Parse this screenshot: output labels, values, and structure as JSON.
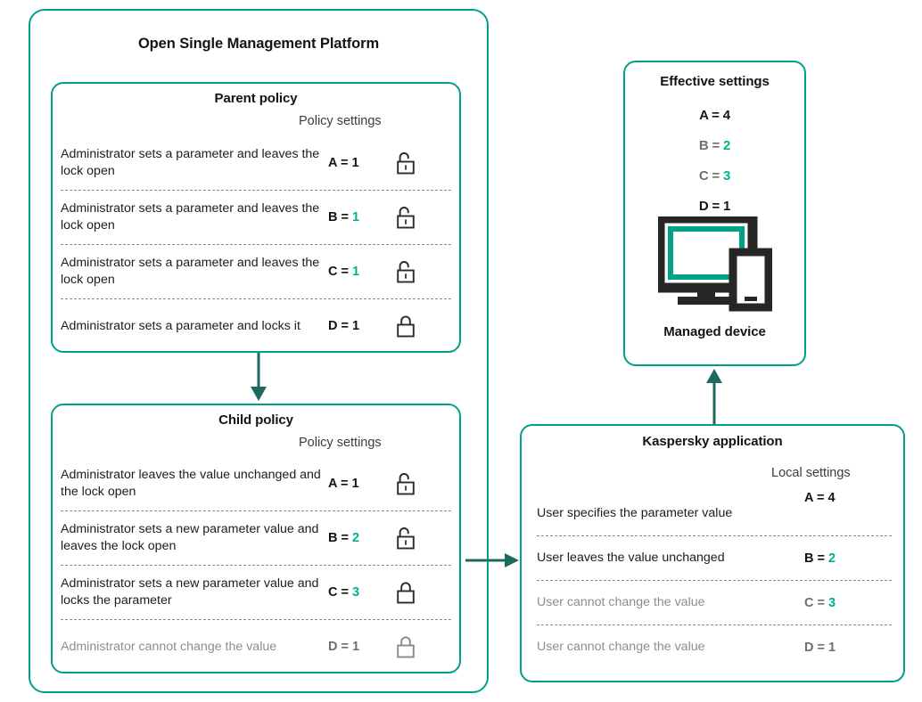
{
  "colors": {
    "teal_border": "#00A189",
    "accent_value": "#00B093",
    "arrow": "#1C6A5E",
    "muted_text": "#8d8d8d",
    "muted_key": "#6f6f6f",
    "icon_dark": "#262626",
    "icon_teal": "#00A189"
  },
  "platform": {
    "title": "Open Single Management Platform"
  },
  "parent_policy": {
    "title": "Parent policy",
    "column_header": "Policy settings",
    "rows": [
      {
        "description": "Administrator sets a parameter and leaves the lock open",
        "key": "A =",
        "value": "1",
        "value_accent": false,
        "muted": false,
        "lock": "unlocked-icon"
      },
      {
        "description": "Administrator sets a parameter and leaves the lock open",
        "key": "B =",
        "value": "1",
        "value_accent": true,
        "muted": false,
        "lock": "unlocked-icon"
      },
      {
        "description": "Administrator sets a parameter and leaves the lock open",
        "key": "C =",
        "value": "1",
        "value_accent": true,
        "muted": false,
        "lock": "unlocked-icon"
      },
      {
        "description": "Administrator sets a parameter and locks it",
        "key": "D =",
        "value": "1",
        "value_accent": false,
        "muted": false,
        "lock": "locked-icon"
      }
    ]
  },
  "child_policy": {
    "title": "Child policy",
    "column_header": "Policy settings",
    "rows": [
      {
        "description": "Administrator leaves the value unchanged  and the lock open",
        "key": "A =",
        "value": "1",
        "value_accent": false,
        "muted": false,
        "lock": "unlocked-icon"
      },
      {
        "description": "Administrator sets a new parameter value and leaves the lock open",
        "key": "B =",
        "value": "2",
        "value_accent": true,
        "muted": false,
        "lock": "unlocked-icon"
      },
      {
        "description": "Administrator sets a new parameter  value and locks the parameter",
        "key": "C =",
        "value": "3",
        "value_accent": true,
        "muted": false,
        "lock": "locked-icon"
      },
      {
        "description": "Administrator cannot change the value",
        "key": "D =",
        "value": "1",
        "value_accent": false,
        "muted": true,
        "lock": "locked-icon"
      }
    ]
  },
  "kaspersky_application": {
    "title": "Kaspersky application",
    "column_header": "Local settings",
    "rows": [
      {
        "description": "User specifies the parameter value",
        "key": "A =",
        "value": "4",
        "value_accent": false,
        "muted": false
      },
      {
        "description": "User leaves the value unchanged",
        "key": "B =",
        "value": "2",
        "value_accent": true,
        "muted": false
      },
      {
        "description": "User cannot change the value",
        "key": "C =",
        "value": "3",
        "value_accent": true,
        "muted": true
      },
      {
        "description": "User cannot change the value",
        "key": "D =",
        "value": "1",
        "value_accent": false,
        "muted": true
      }
    ]
  },
  "effective_settings": {
    "title": "Effective settings",
    "lines": [
      {
        "key": "A =",
        "value": "4",
        "value_accent": false,
        "muted_key": false
      },
      {
        "key": "B =",
        "value": "2",
        "value_accent": true,
        "muted_key": true
      },
      {
        "key": "C =",
        "value": "3",
        "value_accent": true,
        "muted_key": true
      },
      {
        "key": "D =",
        "value": "1",
        "value_accent": false,
        "muted_key": false
      }
    ],
    "device_caption": "Managed device",
    "device_icon": "monitor-and-phone-icon"
  },
  "arrows": {
    "parent_to_child": "arrow-down-icon",
    "child_to_application": "arrow-right-icon",
    "application_to_device": "arrow-up-icon"
  }
}
